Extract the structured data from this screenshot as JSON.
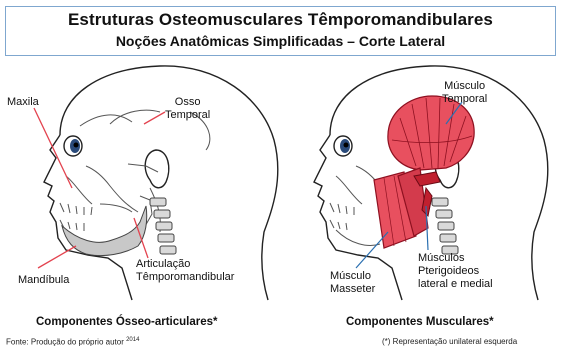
{
  "title": {
    "main": "Estruturas Osteomusculares Têmporomandibulares",
    "sub": "Noções Anatômicas Simplificadas – Corte Lateral"
  },
  "left_panel": {
    "labels": {
      "maxila": "Maxila",
      "osso_temporal": [
        "Osso",
        "Temporal"
      ],
      "mandibula": "Mandíbula",
      "articulacao": [
        "Articulação",
        "Têmporomandibular"
      ]
    },
    "caption": "Componentes Ósseo-articulares*"
  },
  "right_panel": {
    "labels": {
      "musculo_temporal": [
        "Músculo",
        "Temporal"
      ],
      "musculo_masseter": [
        "Músculo",
        "Masseter"
      ],
      "pterigoideos": [
        "Músculos",
        "Pterigoideos",
        "lateral e medial"
      ]
    },
    "caption": "Componentes Musculares*"
  },
  "footer": {
    "source": "Fonte: Produção do próprio autor",
    "source_year": "2014",
    "note": "(*) Representação unilateral esquerda"
  },
  "colors": {
    "muscle": "#e8505f",
    "muscle_stroke": "#8e1020",
    "annotation_line": "#e3434f",
    "outline": "#222222",
    "title_border": "#7fa7cf"
  }
}
